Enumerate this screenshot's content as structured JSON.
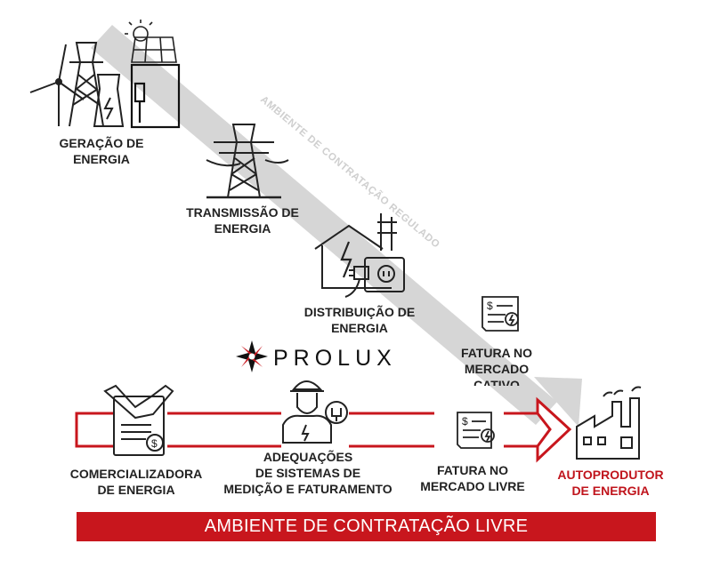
{
  "regulated_band_label": "AMBIENTE DE CONTRATAÇÃO REGULADO",
  "nodes": {
    "generation": [
      "GERAÇÃO DE",
      "ENERGIA"
    ],
    "transmission": [
      "TRANSMISSÃO DE",
      "ENERGIA"
    ],
    "distribution": [
      "DISTRIBUIÇÃO DE",
      "ENERGIA"
    ],
    "captive_invoice": [
      "FATURA NO",
      "MERCADO",
      "CATIVO"
    ],
    "trader": [
      "COMERCIALIZADORA",
      "DE ENERGIA"
    ],
    "metering": [
      "ADEQUAÇÕES",
      "DE SISTEMAS DE",
      "MEDIÇÃO E FATURAMENTO"
    ],
    "free_invoice": [
      "FATURA NO",
      "MERCADO LIVRE"
    ],
    "self_producer": [
      "AUTOPRODUTOR",
      "DE ENERGIA"
    ]
  },
  "brand": "PROLUX",
  "banner": "AMBIENTE DE CONTRATAÇÃO LIVRE",
  "colors": {
    "accent_red": "#c8161d",
    "regulated_band": "#d6d6d6",
    "icon_stroke": "#222222"
  },
  "icons": [
    "wind-turbine-icon",
    "transmission-tower-icon",
    "power-plant-icon",
    "solar-panel-icon",
    "sun-icon",
    "house-electric-icon",
    "plug-outlet-icon",
    "invoice-icon",
    "handshake-contract-icon",
    "electrician-icon",
    "factory-icon",
    "prolux-star-logo"
  ]
}
